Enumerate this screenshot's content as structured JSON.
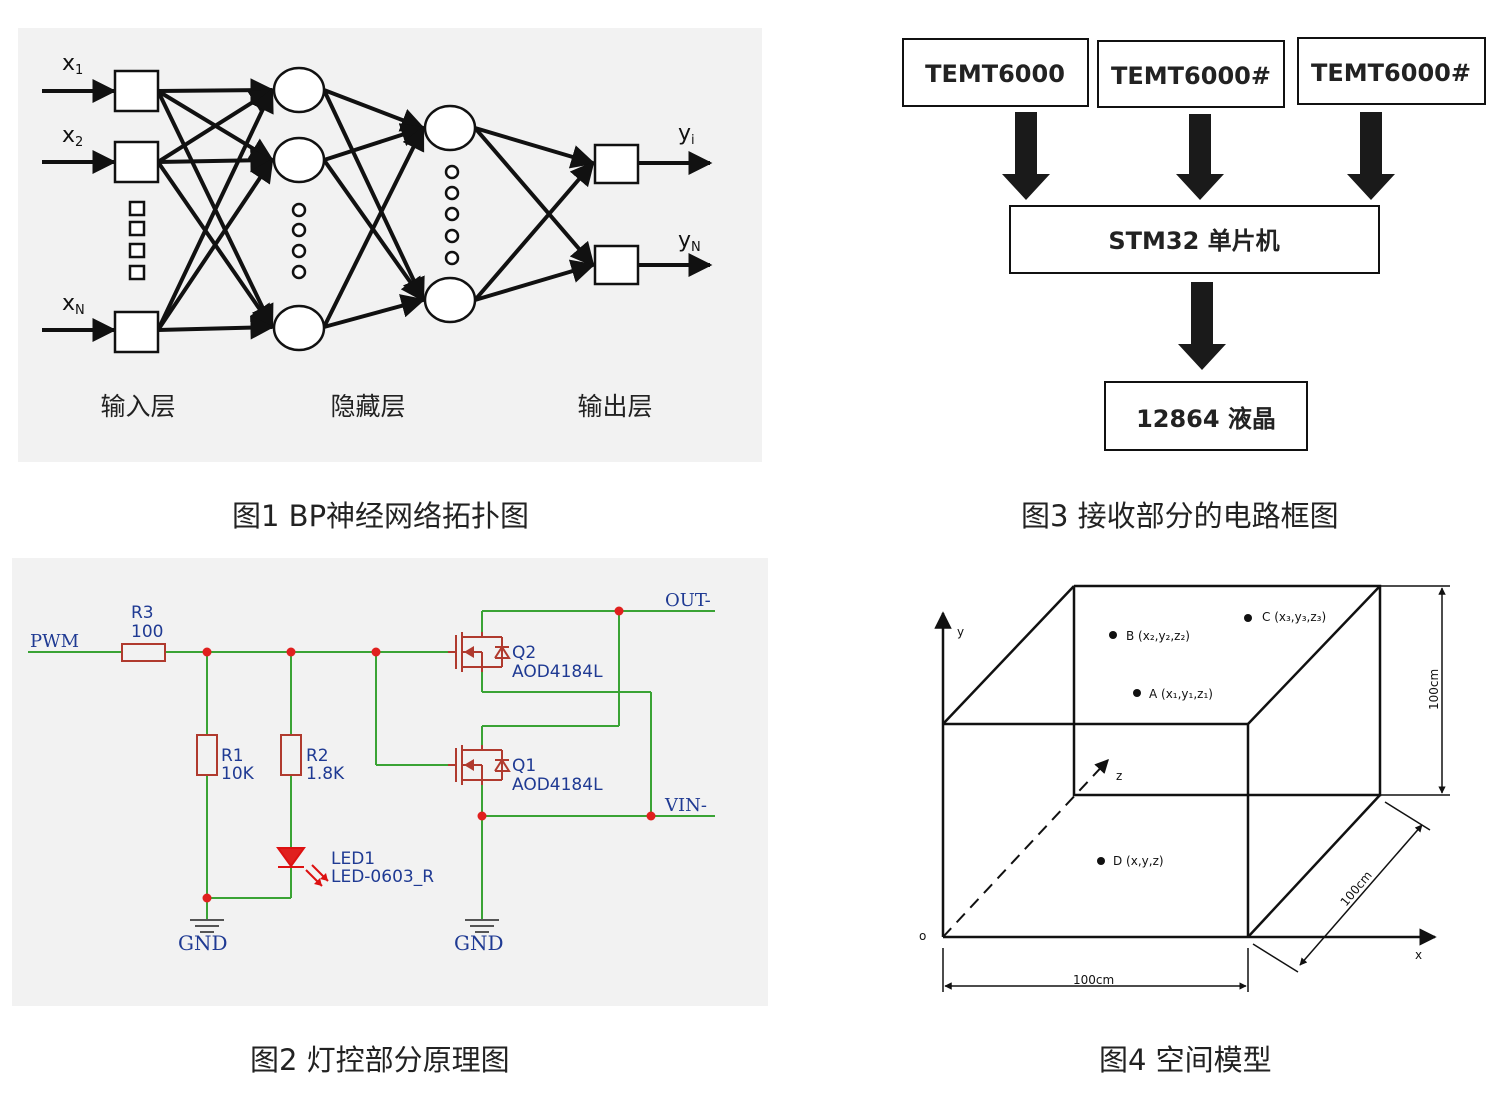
{
  "fig1": {
    "caption": "图1 BP神经网络拓扑图",
    "inputs": [
      "x1",
      "x2",
      "xN"
    ],
    "input_labels": [
      {
        "main": "x",
        "sub": "1"
      },
      {
        "main": "x",
        "sub": "2"
      },
      {
        "main": "x",
        "sub": "N"
      }
    ],
    "output_labels": [
      {
        "main": "y",
        "sub": "i"
      },
      {
        "main": "y",
        "sub": "N"
      }
    ],
    "layers": [
      "输入层",
      "隐藏层",
      "输出层"
    ]
  },
  "fig2": {
    "caption": "图2 灯控部分原理图",
    "pwm": "PWM",
    "r3_name": "R3",
    "r3_value": "100",
    "r1_name": "R1",
    "r1_value": "10K",
    "r2_name": "R2",
    "r2_value": "1.8K",
    "led_name": "LED1",
    "led_value": "LED-0603_R",
    "q2_name": "Q2",
    "q2_value": "AOD4184L",
    "q1_name": "Q1",
    "q1_value": "AOD4184L",
    "out": "OUT-",
    "vin": "VIN-",
    "gnd1": "GND",
    "gnd2": "GND"
  },
  "fig3": {
    "caption": "图3 接收部分的电路框图",
    "sensors": [
      "TEMT6000",
      "TEMT6000#",
      "TEMT6000#"
    ],
    "mcu": "STM32 单片机",
    "lcd": "12864 液晶"
  },
  "fig4": {
    "caption": "图4 空间模型",
    "axis_y": "y",
    "axis_x": "x",
    "axis_z": "z",
    "origin": "o",
    "point_a": "A (x₁,y₁,z₁)",
    "point_b": "B (x₂,y₂,z₂)",
    "point_c": "C (x₃,y₃,z₃)",
    "point_d": "D (x,y,z)",
    "dim_width": "100cm",
    "dim_height": "100cm",
    "dim_depth": "100cm"
  },
  "colors": {
    "wire": "#3aa335",
    "component": "#c0392b",
    "label_blue": "#1f3a93",
    "diagram_black": "#1a1a1a"
  }
}
